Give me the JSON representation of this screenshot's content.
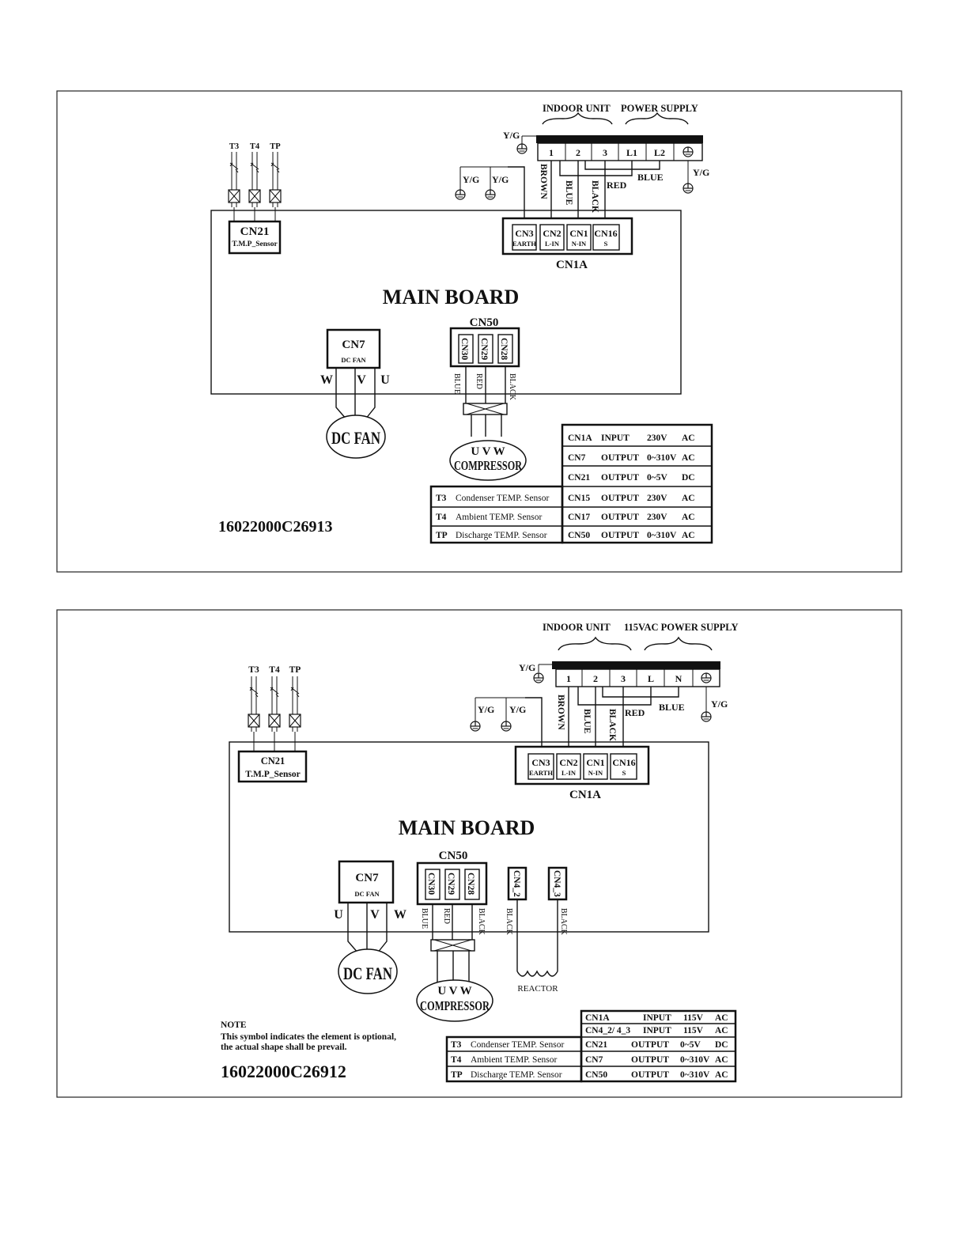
{
  "diagram1": {
    "header_indoor": "INDOOR UNIT",
    "header_power": "POWER SUPPLY",
    "terminal_labels": [
      "1",
      "2",
      "3",
      "L1",
      "L2"
    ],
    "yg": "Y/G",
    "wire_brown": "BROWN",
    "wire_blue": "BLUE",
    "wire_black": "BLACK",
    "wire_red": "RED",
    "wire_blue_power": "BLUE",
    "sensors": [
      "T3",
      "T4",
      "TP"
    ],
    "cn21_title": "CN21",
    "cn21_sub": "T.M.P_Sensor",
    "cn1a_blocks": [
      {
        "name": "CN3",
        "sub": "EARTH"
      },
      {
        "name": "CN2",
        "sub": "L-IN"
      },
      {
        "name": "CN1",
        "sub": "N-IN"
      },
      {
        "name": "CN16",
        "sub": "S"
      }
    ],
    "cn1a_label": "CN1A",
    "main_board": "MAIN BOARD",
    "cn50_label": "CN50",
    "cn50_blocks": [
      "CN30",
      "CN29",
      "CN28"
    ],
    "cn50_wires": [
      "BLUE",
      "RED",
      "BLACK"
    ],
    "cn7_title": "CN7",
    "cn7_sub": "DC FAN",
    "fan_phases": [
      "W",
      "V",
      "U"
    ],
    "dc_fan": "DC FAN",
    "comp_phases": "U V W",
    "compressor": "COMPRESSOR",
    "part_number": "16022000C26913",
    "right_table": [
      [
        "CN1A",
        "INPUT",
        "230V",
        "AC"
      ],
      [
        "CN7",
        "OUTPUT",
        "0~310V",
        "AC"
      ],
      [
        "CN21",
        "OUTPUT",
        "0~5V",
        "DC"
      ],
      [
        "CN15",
        "OUTPUT",
        "230V",
        "AC"
      ],
      [
        "CN17",
        "OUTPUT",
        "230V",
        "AC"
      ],
      [
        "CN50",
        "OUTPUT",
        "0~310V",
        "AC"
      ]
    ],
    "left_table": [
      [
        "T3",
        "Condenser TEMP. Sensor"
      ],
      [
        "T4",
        "Ambient TEMP. Sensor"
      ],
      [
        "TP",
        "Discharge TEMP. Sensor"
      ]
    ]
  },
  "diagram2": {
    "header_indoor": "INDOOR UNIT",
    "header_power": "115VAC POWER SUPPLY",
    "terminal_labels": [
      "1",
      "2",
      "3",
      "L",
      "N"
    ],
    "yg": "Y/G",
    "wire_brown": "BROWN",
    "wire_blue": "BLUE",
    "wire_black": "BLACK",
    "wire_red": "RED",
    "wire_blue_power": "BLUE",
    "sensors": [
      "T3",
      "T4",
      "TP"
    ],
    "cn21_title": "CN21",
    "cn21_sub": "T.M.P_Sensor",
    "cn1a_blocks": [
      {
        "name": "CN3",
        "sub": "EARTH"
      },
      {
        "name": "CN2",
        "sub": "L-IN"
      },
      {
        "name": "CN1",
        "sub": "N-IN"
      },
      {
        "name": "CN16",
        "sub": "S"
      }
    ],
    "cn1a_label": "CN1A",
    "main_board": "MAIN BOARD",
    "cn50_label": "CN50",
    "cn50_blocks": [
      "CN30",
      "CN29",
      "CN28"
    ],
    "cn50_wires": [
      "BLUE",
      "RED",
      "BLACK"
    ],
    "cn4_blocks": [
      "CN4_2",
      "CN4_3"
    ],
    "cn4_wires": [
      "BLACK",
      "BLACK"
    ],
    "reactor": "REACTOR",
    "cn7_title": "CN7",
    "cn7_sub": "DC FAN",
    "fan_phases": [
      "U",
      "V",
      "W"
    ],
    "dc_fan": "DC FAN",
    "comp_phases": "U V W",
    "compressor": "COMPRESSOR",
    "note_title": "NOTE",
    "note_line1": "This symbol indicates the element is  optional,",
    "note_line2": "the actual shape shall be prevail.",
    "part_number": "16022000C26912",
    "right_table": [
      [
        "CN1A",
        "INPUT",
        "115V",
        "AC"
      ],
      [
        "CN4_2/ 4_3",
        "INPUT",
        "115V",
        "AC"
      ],
      [
        "CN21",
        "OUTPUT",
        "0~5V",
        "DC"
      ],
      [
        "CN7",
        "OUTPUT",
        "0~310V",
        "AC"
      ],
      [
        "CN50",
        "OUTPUT",
        "0~310V",
        "AC"
      ]
    ],
    "left_table": [
      [
        "T3",
        "Condenser TEMP. Sensor"
      ],
      [
        "T4",
        "Ambient TEMP. Sensor"
      ],
      [
        "TP",
        "Discharge TEMP. Sensor"
      ]
    ]
  }
}
